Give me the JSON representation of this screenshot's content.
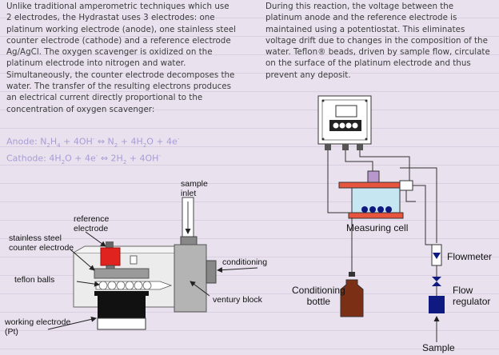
{
  "text": {
    "left_paragraph": "Unlike traditional amperometric techniques which use 2 electrodes, the Hydrastat uses 3 electrodes: one platinum working electrode (anode), one stainless steel counter electrode (cathode) and a reference electrode Ag/AgCl. The oxygen scavenger is oxidized on the platinum electrode into nitrogen and water. Simultaneously, the counter electrode decomposes the water. The transfer of the resulting electrons produces an electrical current directly proportional to the concentration of oxygen scavenger:",
    "right_paragraph": "During this reaction, the voltage between the platinum anode and the reference electrode is maintained using a potentiostat. This eliminates voltage drift due to changes in the composition of the water. Teflon® beads, driven by sample flow, circulate on the surface of the platinum electrode and thus prevent any deposit."
  },
  "equations": {
    "anode_label": "Anode:",
    "anode_lhs": "N",
    "anode_lhs_sub": "2",
    "anode_lhs2": "H",
    "anode_lhs2_sub": "4",
    "anode_plus1": " + 4OH",
    "anode_sup1": "-",
    "anode_arrow": "⇔",
    "anode_rhs1": "N",
    "anode_rhs1_sub": "2",
    "anode_rhs2": " + 4H",
    "anode_rhs2_sub": "2",
    "anode_rhs3": "O + 4e",
    "anode_rhs3_sup": "-",
    "cathode_label": "Cathode:",
    "cathode_lhs": "4H",
    "cathode_lhs_sub": "2",
    "cathode_lhs2": "O + 4e",
    "cathode_lhs2_sup": "-",
    "cathode_arrow": "⇔",
    "cathode_rhs1": "2H",
    "cathode_rhs1_sub": "2",
    "cathode_rhs2": " + 4OH",
    "cathode_rhs2_sup": "-"
  },
  "left_diagram": {
    "sample_inlet_line1": "sample",
    "sample_inlet_line2": "inlet",
    "reference_line1": "reference",
    "reference_line2": "electrode",
    "stainless_line1": "stainless steel",
    "stainless_line2": "counter electrode",
    "conditioning": "conditioning",
    "teflon": "teflon balls",
    "venturi": "ventury block",
    "working_line1": "working electrode",
    "working_line2": "(Pt)"
  },
  "right_diagram": {
    "measuring_cell": "Measuring cell",
    "flowmeter": "Flowmeter",
    "conditioning_line1": "Conditioning",
    "conditioning_line2": "bottle",
    "flow_line1": "Flow",
    "flow_line2": "regulator",
    "sample": "Sample"
  },
  "colors": {
    "equation": "#a79cd4",
    "red_electrode": "#e0231f",
    "navy": "#0f1a80",
    "bottle": "#7b2f15",
    "cell_water": "#c6e6f2",
    "plate": "#e8553f",
    "probe": "#b898cc"
  }
}
